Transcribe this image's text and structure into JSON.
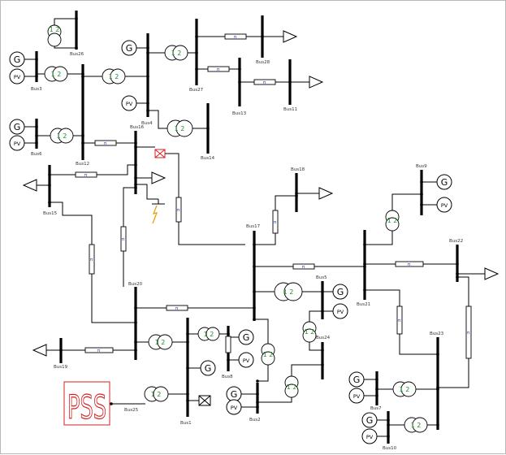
{
  "diagram": {
    "buses": [
      {
        "id": "bus26",
        "label": "Bus26"
      },
      {
        "id": "bus3",
        "label": "Bus3"
      },
      {
        "id": "bus4",
        "label": "Bus4"
      },
      {
        "id": "bus27",
        "label": "Bus27"
      },
      {
        "id": "bus28",
        "label": "Bus28"
      },
      {
        "id": "bus13",
        "label": "Bus13"
      },
      {
        "id": "bus11",
        "label": "Bus11"
      },
      {
        "id": "bus12",
        "label": "Bus12"
      },
      {
        "id": "bus6",
        "label": "Bus6"
      },
      {
        "id": "bus16",
        "label": "Bus16"
      },
      {
        "id": "bus14",
        "label": "Bus14"
      },
      {
        "id": "bus15",
        "label": "Bus15"
      },
      {
        "id": "bus18",
        "label": "Bus18"
      },
      {
        "id": "bus9",
        "label": "Bus9"
      },
      {
        "id": "bus17",
        "label": "Bus17"
      },
      {
        "id": "bus22",
        "label": "Bus22"
      },
      {
        "id": "bus20",
        "label": "Bus20"
      },
      {
        "id": "bus5",
        "label": "Bus5"
      },
      {
        "id": "bus21",
        "label": "Bus21"
      },
      {
        "id": "bus24",
        "label": "Bus24"
      },
      {
        "id": "bus23",
        "label": "Bus23"
      },
      {
        "id": "bus19",
        "label": "Bus19"
      },
      {
        "id": "bus8",
        "label": "Bus8"
      },
      {
        "id": "bus2",
        "label": "Bus2"
      },
      {
        "id": "bus1",
        "label": "Bus1"
      },
      {
        "id": "bus25",
        "label": "Bus25"
      },
      {
        "id": "bus7",
        "label": "Bus7"
      },
      {
        "id": "bus10",
        "label": "Bus10"
      }
    ],
    "generator_symbol": "G",
    "pv_symbol": "PV",
    "transformer_symbol": "1 2",
    "transformer_symbol_vertical": "1\n2",
    "branch_symbol": "π",
    "logo_text": "PSS"
  },
  "colors": {
    "bus": "#000000",
    "transformer_text": "#1f8f2e",
    "branch_text": "#1a3fbf",
    "fault_symbol": "#e0a000",
    "breaker": "#d62020",
    "logo": "#d62020"
  }
}
